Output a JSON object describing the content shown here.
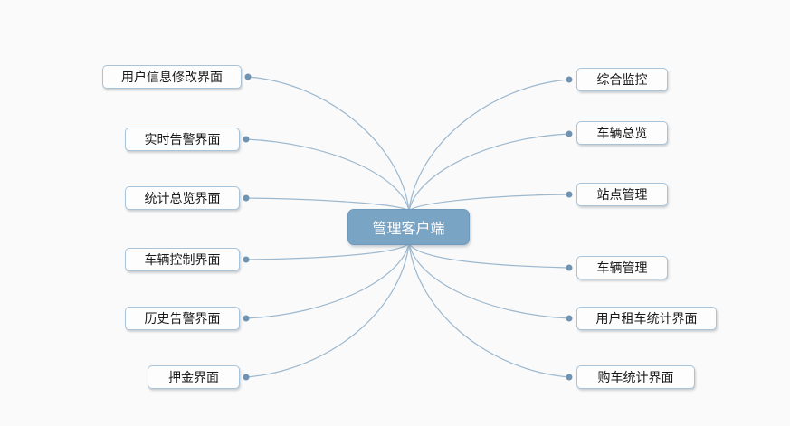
{
  "diagram": {
    "center": {
      "label": "管理客户端"
    },
    "left_nodes": [
      {
        "label": "用户信息修改界面"
      },
      {
        "label": "实时告警界面"
      },
      {
        "label": "统计总览界面"
      },
      {
        "label": "车辆控制界面"
      },
      {
        "label": "历史告警界面"
      },
      {
        "label": "押金界面"
      }
    ],
    "right_nodes": [
      {
        "label": "综合监控"
      },
      {
        "label": "车辆总览"
      },
      {
        "label": "站点管理"
      },
      {
        "label": "车辆管理"
      },
      {
        "label": "用户租车统计界面"
      },
      {
        "label": "购车统计界面"
      }
    ],
    "colors": {
      "background": "#fafafa",
      "center_fill": "#7aa4c4",
      "center_border": "#6f9abc",
      "center_text": "#ffffff",
      "node_fill": "#fdfdfd",
      "node_border": "#a9c3d8",
      "node_text": "#1a1a1a",
      "connector": "#9cb8cf",
      "connector_dot": "#7193b2"
    }
  }
}
